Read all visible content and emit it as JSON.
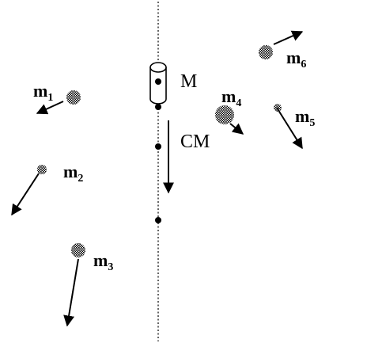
{
  "labels": {
    "cylinder": "M",
    "center_of_mass": "CM"
  },
  "masses": [
    {
      "id": "m1",
      "letter": "m",
      "sub": "1"
    },
    {
      "id": "m2",
      "letter": "m",
      "sub": "2"
    },
    {
      "id": "m3",
      "letter": "m",
      "sub": "3"
    },
    {
      "id": "m4",
      "letter": "m",
      "sub": "4"
    },
    {
      "id": "m5",
      "letter": "m",
      "sub": "5"
    },
    {
      "id": "m6",
      "letter": "m",
      "sub": "6"
    }
  ],
  "colors": {
    "ink": "#000000",
    "background": "#ffffff"
  }
}
